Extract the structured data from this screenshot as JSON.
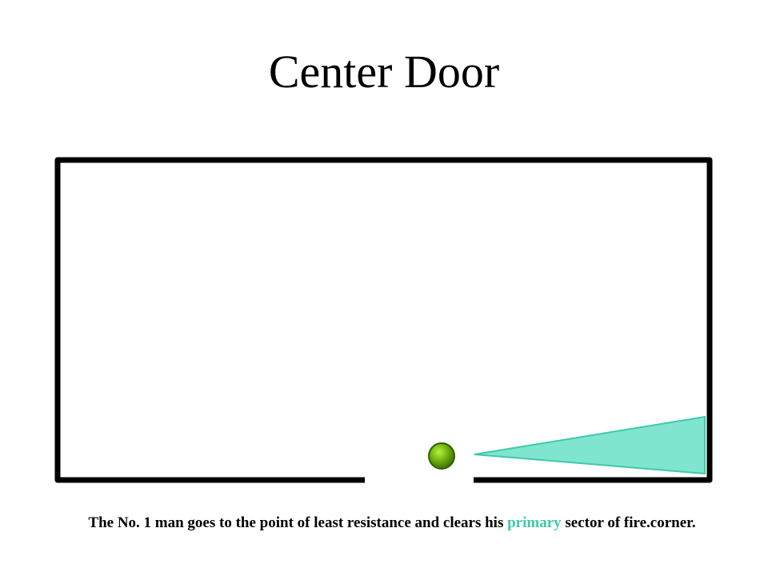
{
  "title": "Center Door",
  "caption": {
    "before": "The No. 1 man goes to the point of least resistance and clears his ",
    "highlight": "primary",
    "after": " sector of fire.corner."
  },
  "colors": {
    "wall": "#000000",
    "sector_fill": "#7fe5cf",
    "sector_stroke": "#3ec9a7",
    "man_fill": "#66a80f",
    "man_stroke": "#2f5f00",
    "highlight": "#3ec9a7"
  },
  "icons": {
    "room": "room-walls",
    "man": "no1-man-marker",
    "sector": "sector-of-fire-wedge"
  }
}
